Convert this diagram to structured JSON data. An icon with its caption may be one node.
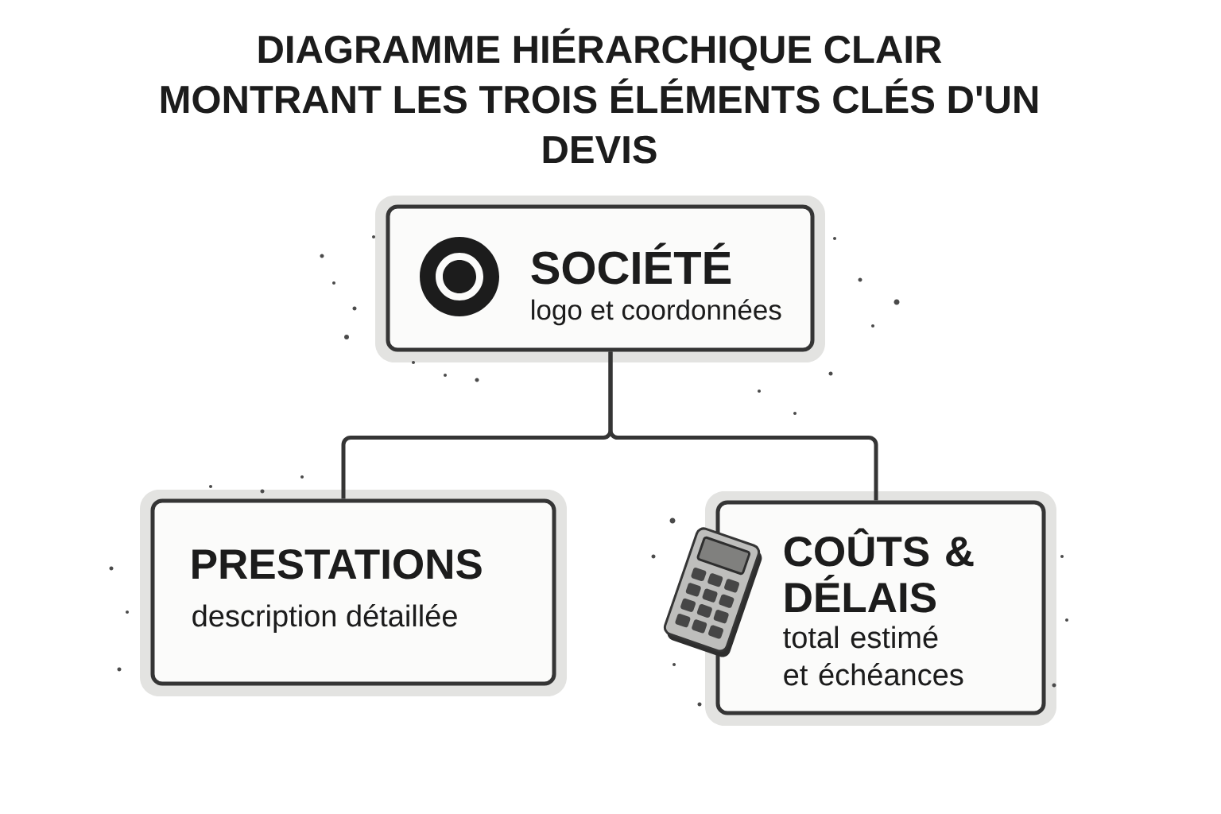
{
  "diagram": {
    "title": "DIAGRAMME HIÉRARCHIQUE CLAIR MONTRANT LES TROIS ÉLÉMENTS CLÉS D'UN DEVIS",
    "nodes": [
      {
        "text": [
          "SOCIÉTÉ",
          "logo et coordonnées"
        ]
      },
      {
        "text": [
          "PRESTATIONS",
          "description détaillée"
        ]
      },
      {
        "text": [
          "COÛTS & DÉLAIS",
          "total estimé et échéances"
        ]
      }
    ],
    "edges": [
      {
        "from": 0,
        "to": 1,
        "arrow": "none"
      },
      {
        "from": 0,
        "to": 2,
        "arrow": "none"
      }
    ]
  }
}
